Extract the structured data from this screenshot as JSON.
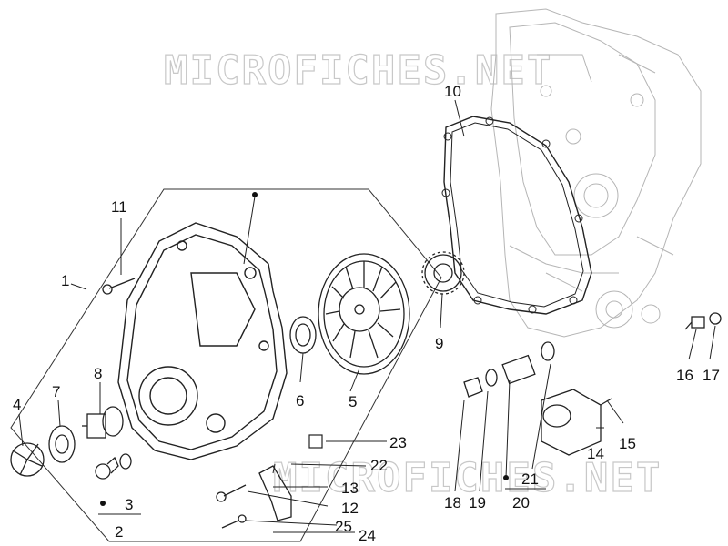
{
  "watermark": "MICROFICHES.NET",
  "callouts": {
    "c1": "1",
    "c2": "2",
    "c3": "3",
    "c4": "4",
    "c5": "5",
    "c6": "6",
    "c7": "7",
    "c8": "8",
    "c9": "9",
    "c10": "10",
    "c11": "11",
    "c12": "12",
    "c13": "13",
    "c14": "14",
    "c15": "15",
    "c16": "16",
    "c17": "17",
    "c18": "18",
    "c19": "19",
    "c20": "20",
    "c21": "21",
    "c22": "22",
    "c23": "23",
    "c24": "24",
    "c25": "25"
  }
}
